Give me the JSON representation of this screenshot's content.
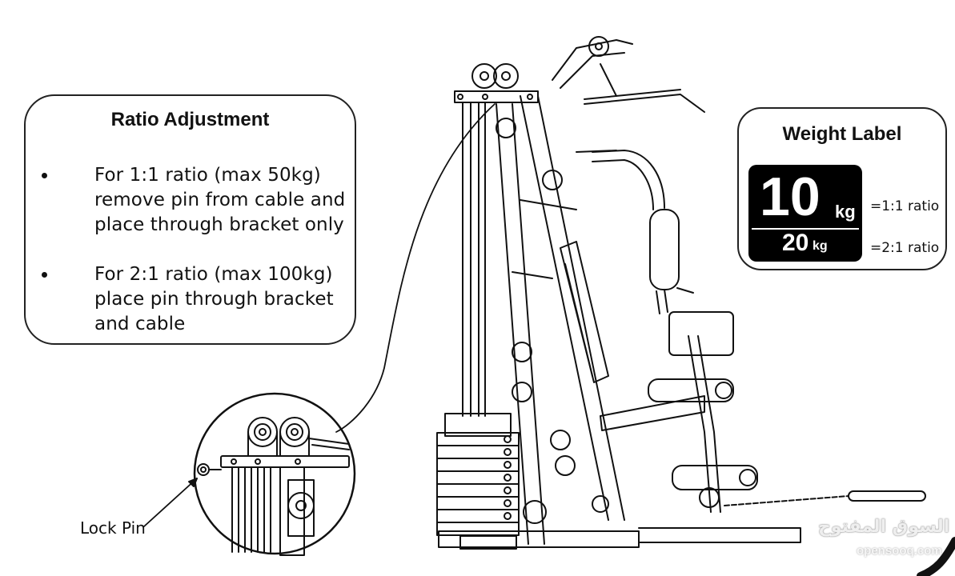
{
  "ratio_adjustment": {
    "title": "Ratio Adjustment",
    "items": [
      "For 1:1 ratio (max 50kg) remove pin from cable and place through bracket only",
      "For 2:1 ratio (max 100kg) place pin through bracket and cable"
    ]
  },
  "weight_label": {
    "title": "Weight Label",
    "big_value": "10",
    "big_unit": "kg",
    "small_value": "20",
    "small_unit": "kg",
    "ratio_1": "=1:1 ratio",
    "ratio_2": "=2:1 ratio"
  },
  "callout": {
    "lock_pin": "Lock Pin"
  },
  "watermark": {
    "arabic": "السوق المفتوح",
    "latin": "opensooq.com"
  }
}
